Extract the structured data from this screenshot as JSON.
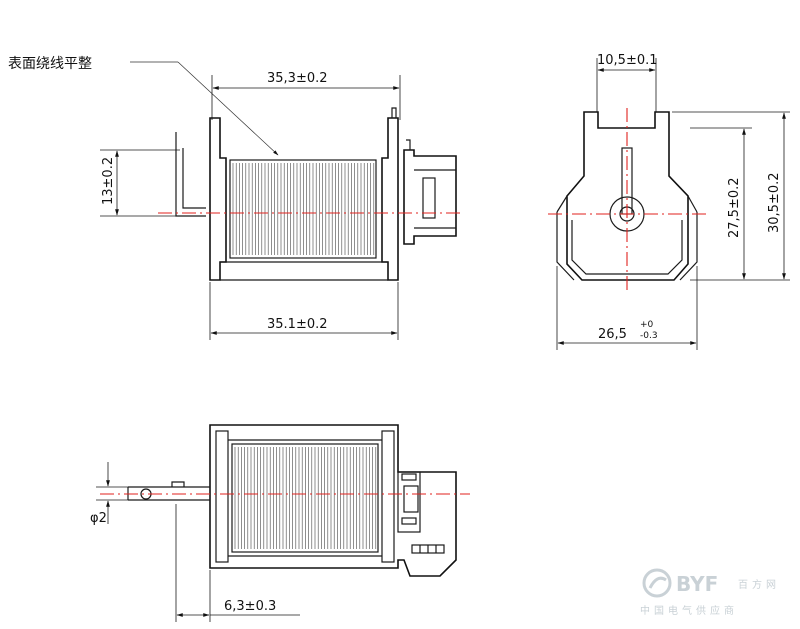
{
  "note": "表面绕线平整",
  "dimensions": {
    "top_length": "35,3±0.2",
    "bottom_length": "35.1±0.2",
    "lead_height": "13±0.2",
    "side_top_width": "10,5±0.1",
    "side_height_inner": "27,5±0.2",
    "side_height_outer": "30,5±0.2",
    "side_width_main": "26,5",
    "side_width_tol_upper": "+0",
    "side_width_tol_lower": "-0.3",
    "plunger_diameter": "φ2",
    "plunger_offset": "6,3±0.3"
  },
  "watermark": {
    "logo": "BYF",
    "logo_cn": "百方网",
    "tagline": "中国电气供应商"
  }
}
